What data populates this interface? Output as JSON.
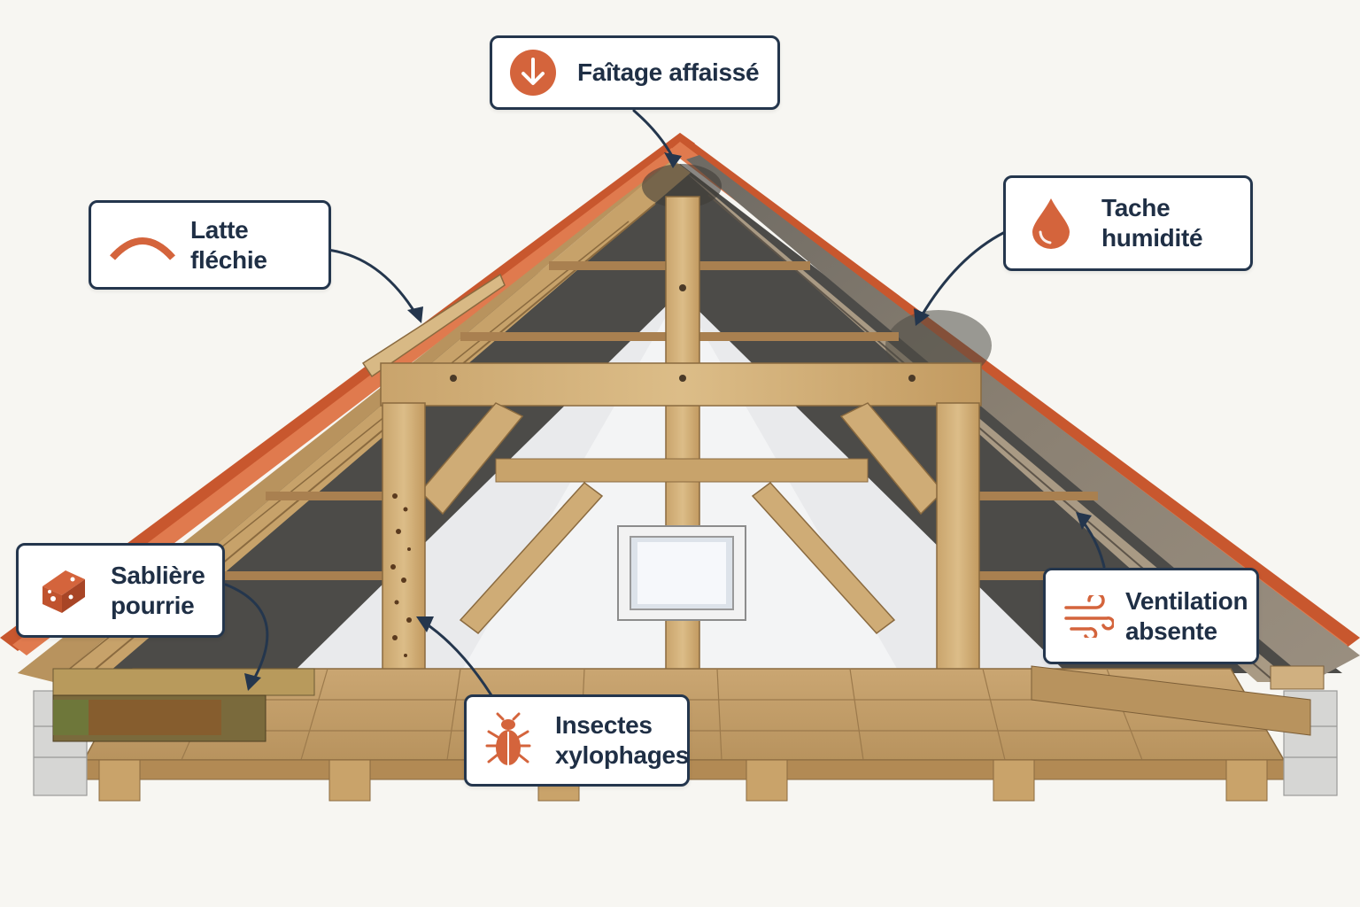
{
  "colors": {
    "callout_border": "#24364d",
    "callout_text": "#1f2f45",
    "accent": "#d4643c",
    "tile": "#c8572e",
    "wood": "#d2b07a",
    "wood_dark": "#a77f49",
    "wall": "#ecedef"
  },
  "callouts": {
    "faitage": {
      "icon": "down-arrow-circle-icon",
      "label": "Faîtage affaissé"
    },
    "latte": {
      "icon": "arc-icon",
      "label": "Latte fléchie"
    },
    "tache": {
      "icon": "water-drop-icon",
      "line1": "Tache",
      "line2": "humidité"
    },
    "sabliere": {
      "icon": "broken-beam-icon",
      "line1": "Sablière",
      "line2": "pourrie"
    },
    "insectes": {
      "icon": "beetle-icon",
      "line1": "Insectes",
      "line2": "xylophages"
    },
    "ventilation": {
      "icon": "wind-icon",
      "line1": "Ventilation",
      "line2": "absente"
    }
  }
}
